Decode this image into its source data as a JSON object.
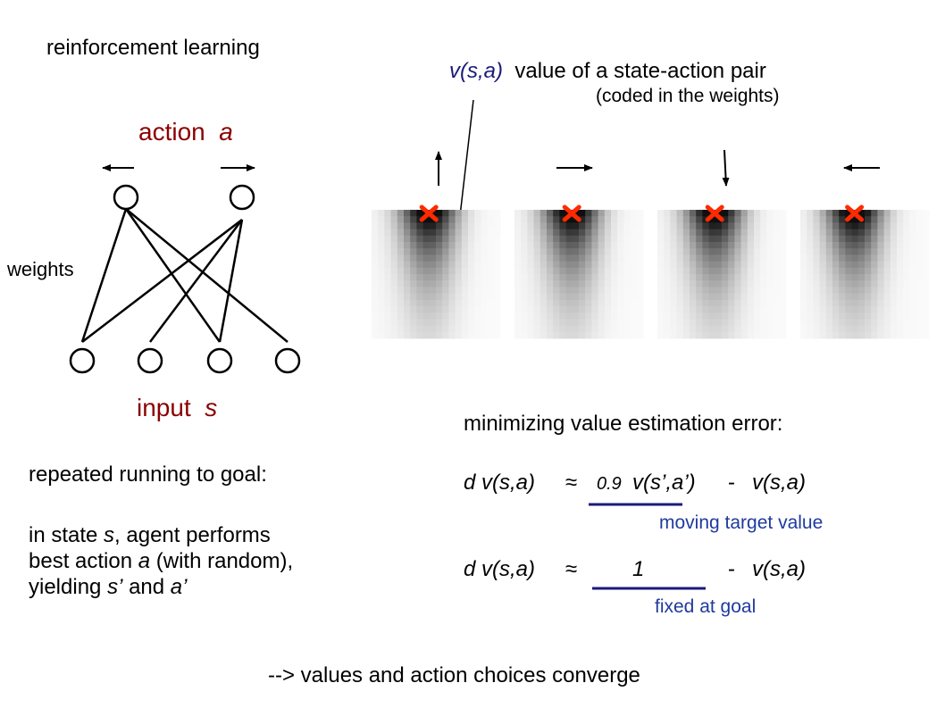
{
  "title": "reinforcement learning",
  "network": {
    "action_label": "action",
    "action_var": "a",
    "weights_label": "weights",
    "input_label": "input",
    "input_var": "s"
  },
  "value_header": {
    "symbol": "v(s,a)",
    "text": "value of a state-action pair",
    "sub": "(coded in the weights)"
  },
  "heatmaps": {
    "arrow_directions": [
      "up",
      "right",
      "down",
      "left"
    ],
    "marker_color": "#ff2a00"
  },
  "procedure": {
    "heading": "repeated running to goal:",
    "line1_a": "in state ",
    "line1_var": "s",
    "line1_b": ", agent performs",
    "line2_a": "best action ",
    "line2_var": "a",
    "line2_b": " (with random),",
    "line3_a": "yielding ",
    "line3_var1": "s’",
    "line3_mid": " and ",
    "line3_var2": "a’"
  },
  "error": {
    "heading": "minimizing value estimation error:",
    "eq1_lhs": "d v(s,a)",
    "approx": "≈",
    "eq1_coef": "0.9",
    "eq1_term": "v(s’,a’)",
    "minus": "-",
    "eq1_rhs": "v(s,a)",
    "eq1_note": "moving target value",
    "eq2_lhs": "d v(s,a)",
    "eq2_term": "1",
    "eq2_rhs": "v(s,a)",
    "eq2_note": "fixed at goal"
  },
  "conclusion": "--> values and action choices converge"
}
